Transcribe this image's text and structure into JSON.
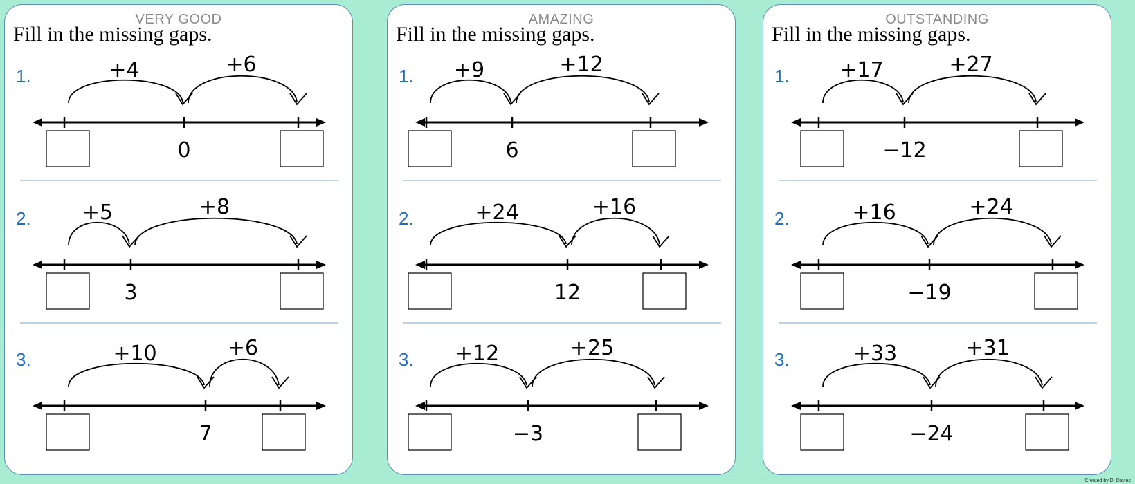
{
  "colors": {
    "background": "#a8ecd4",
    "panel_border": "#5b8fb7",
    "number_label": "#1f6fbf",
    "divider": "#7aa6cc"
  },
  "panels": [
    {
      "title": "VERY GOOD",
      "instruction": "Fill in the missing gaps.",
      "problems": [
        {
          "number": "1.",
          "jumps": [
            "+4",
            "+6"
          ],
          "given": "0",
          "given_position": "middle"
        },
        {
          "number": "2.",
          "jumps": [
            "+5",
            "+8"
          ],
          "given": "3",
          "given_position": "middle"
        },
        {
          "number": "3.",
          "jumps": [
            "+10",
            "+6"
          ],
          "given": "7",
          "given_position": "middle"
        }
      ]
    },
    {
      "title": "AMAZING",
      "instruction": "Fill in the missing gaps.",
      "problems": [
        {
          "number": "1.",
          "jumps": [
            "+9",
            "+12"
          ],
          "given": "6",
          "given_position": "middle"
        },
        {
          "number": "2.",
          "jumps": [
            "+24",
            "+16"
          ],
          "given": "12",
          "given_position": "middle"
        },
        {
          "number": "3.",
          "jumps": [
            "+12",
            "+25"
          ],
          "given": "−3",
          "given_position": "middle"
        }
      ]
    },
    {
      "title": "OUTSTANDING",
      "instruction": "Fill in the missing gaps.",
      "problems": [
        {
          "number": "1.",
          "jumps": [
            "+17",
            "+27"
          ],
          "given": "−12",
          "given_position": "middle"
        },
        {
          "number": "2.",
          "jumps": [
            "+16",
            "+24"
          ],
          "given": "−19",
          "given_position": "middle"
        },
        {
          "number": "3.",
          "jumps": [
            "+33",
            "+31"
          ],
          "given": "−24",
          "given_position": "middle"
        }
      ]
    }
  ],
  "credit": "Created by D. Davies"
}
